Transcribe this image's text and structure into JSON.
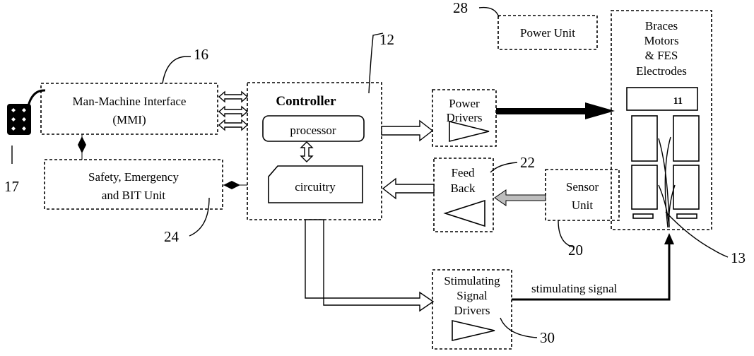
{
  "blocks": {
    "mmi": [
      "Man-Machine Interface",
      "(MMI)"
    ],
    "safety": [
      "Safety, Emergency",
      "and BIT Unit"
    ],
    "controller": "Controller",
    "processor": "processor",
    "circuitry": "circuitry",
    "power_drivers": [
      "Power",
      "Drivers"
    ],
    "feedback": [
      "Feed",
      "Back"
    ],
    "sensor": [
      "Sensor",
      "Unit"
    ],
    "power_unit": "Power Unit",
    "braces": [
      "Braces",
      "Motors",
      "& FES",
      "Electrodes"
    ],
    "braces_display": "11",
    "stim_drivers": [
      "Stimulating",
      "Signal",
      "Drivers"
    ]
  },
  "signals": {
    "stimulating": "stimulating signal"
  },
  "refs": {
    "r12": "12",
    "r13": "13",
    "r16": "16",
    "r17": "17",
    "r20": "20",
    "r22": "22",
    "r24": "24",
    "r28": "28",
    "r30": "30"
  }
}
